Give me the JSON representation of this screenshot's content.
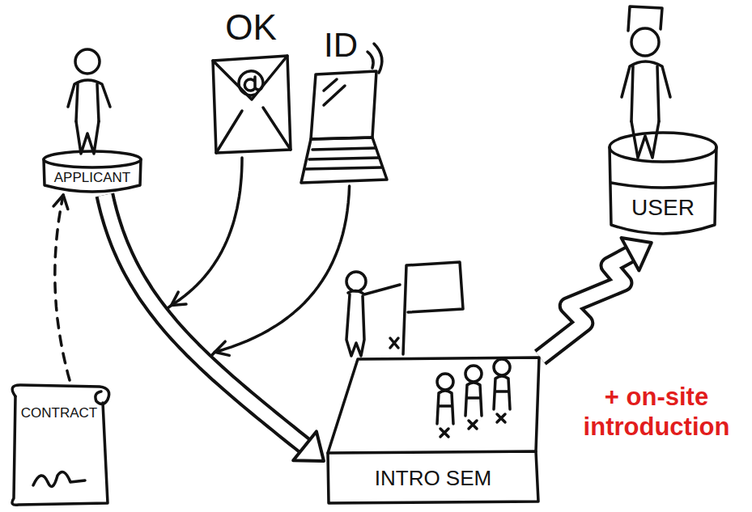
{
  "diagram": {
    "nodes": [
      {
        "text": [
          "APPLICANT"
        ]
      },
      {
        "text": [
          "OK"
        ]
      },
      {
        "text": [
          "ID"
        ]
      },
      {
        "text": [
          "USER"
        ]
      },
      {
        "text": [
          "CONTRACT"
        ]
      },
      {
        "text": [
          "INTRO SEM"
        ]
      }
    ],
    "edges": [
      {
        "from": 0,
        "to": 5,
        "arrow": "to"
      },
      {
        "from": 1,
        "to": 5,
        "arrow": "to"
      },
      {
        "from": 2,
        "to": 5,
        "arrow": "to"
      },
      {
        "from": 4,
        "to": 0,
        "arrow": "to"
      },
      {
        "from": 5,
        "to": 3,
        "arrow": "to"
      }
    ],
    "labels": [
      "+ on-site introduction"
    ]
  }
}
